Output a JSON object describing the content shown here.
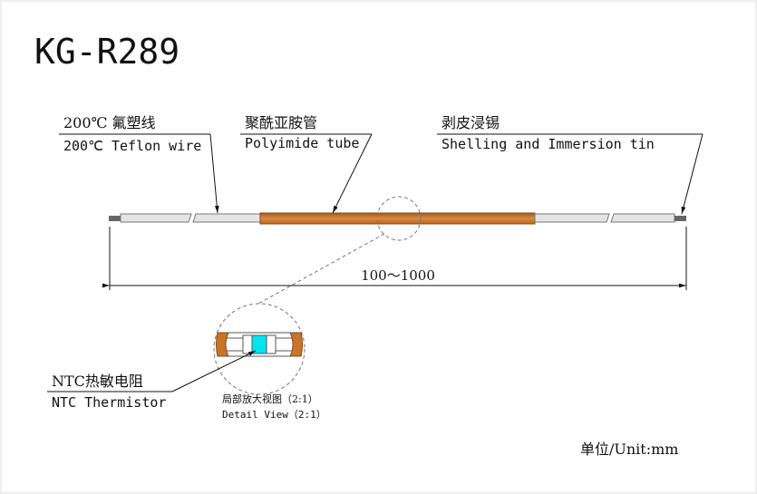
{
  "title": "KG-R289",
  "labels": {
    "teflon_cn": "200℃ 氟塑线",
    "teflon_en": "200℃ Teflon wire",
    "polyimide_cn": "聚酰亚胺管",
    "polyimide_en": "Polyimide tube",
    "tin_cn": "剥皮浸锡",
    "tin_en": "Shelling and Immersion tin",
    "ntc_cn": "NTC热敏电阻",
    "ntc_en": "NTC Thermistor",
    "detail_cn": "局部放大视图（2:1）",
    "detail_en": "Detail View（2:1）"
  },
  "dimension": "100～1000",
  "unit": "单位/Unit:mm",
  "colors": {
    "tube": "#c8742a",
    "sensor": "#00e5f0",
    "wire": "#e4e4e4"
  }
}
